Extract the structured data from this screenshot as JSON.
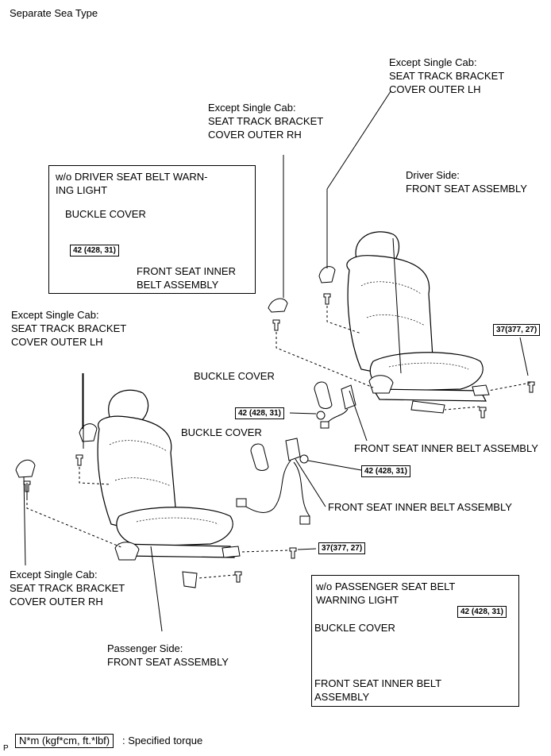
{
  "header": {
    "title": "Separate Sea Type"
  },
  "labels": {
    "track_lh_top": "Except Single Cab:\nSEAT TRACK BRACKET\nCOVER OUTER LH",
    "track_rh_top": "Except Single Cab:\nSEAT TRACK BRACKET\nCOVER OUTER RH",
    "driver_seat": "Driver Side:\nFRONT SEAT ASSEMBLY",
    "track_lh_left": "Except Single Cab:\nSEAT TRACK BRACKET\nCOVER OUTER LH",
    "buckle_cover_1": "BUCKLE COVER",
    "buckle_cover_2": "BUCKLE COVER",
    "inner_belt_1": "FRONT SEAT INNER BELT ASSEMBLY",
    "inner_belt_2": "FRONT SEAT INNER BELT ASSEMBLY",
    "track_rh_bottom": "Except Single Cab:\nSEAT TRACK BRACKET\nCOVER OUTER RH",
    "passenger_seat": "Passenger Side:\nFRONT SEAT ASSEMBLY"
  },
  "inset_driver": {
    "title": "w/o DRIVER SEAT BELT WARN-\nING LIGHT",
    "buckle_cover": "BUCKLE COVER",
    "inner_belt": "FRONT SEAT INNER\nBELT ASSEMBLY",
    "torque": "42 (428, 31)"
  },
  "inset_passenger": {
    "title": "w/o PASSENGER SEAT BELT\nWARNING LIGHT",
    "buckle_cover": "BUCKLE COVER",
    "inner_belt": "FRONT SEAT INNER BELT\nASSEMBLY",
    "torque": "42 (428, 31)"
  },
  "torques": {
    "right_top": "37(377, 27)",
    "mid_left": "42 (428, 31)",
    "mid_right": "42 (428, 31)",
    "lower": "37(377, 27)"
  },
  "legend": {
    "unit_box": "N*m (kgf*cm, ft.*lbf)",
    "description": ": Specified torque",
    "prefix": "P"
  }
}
